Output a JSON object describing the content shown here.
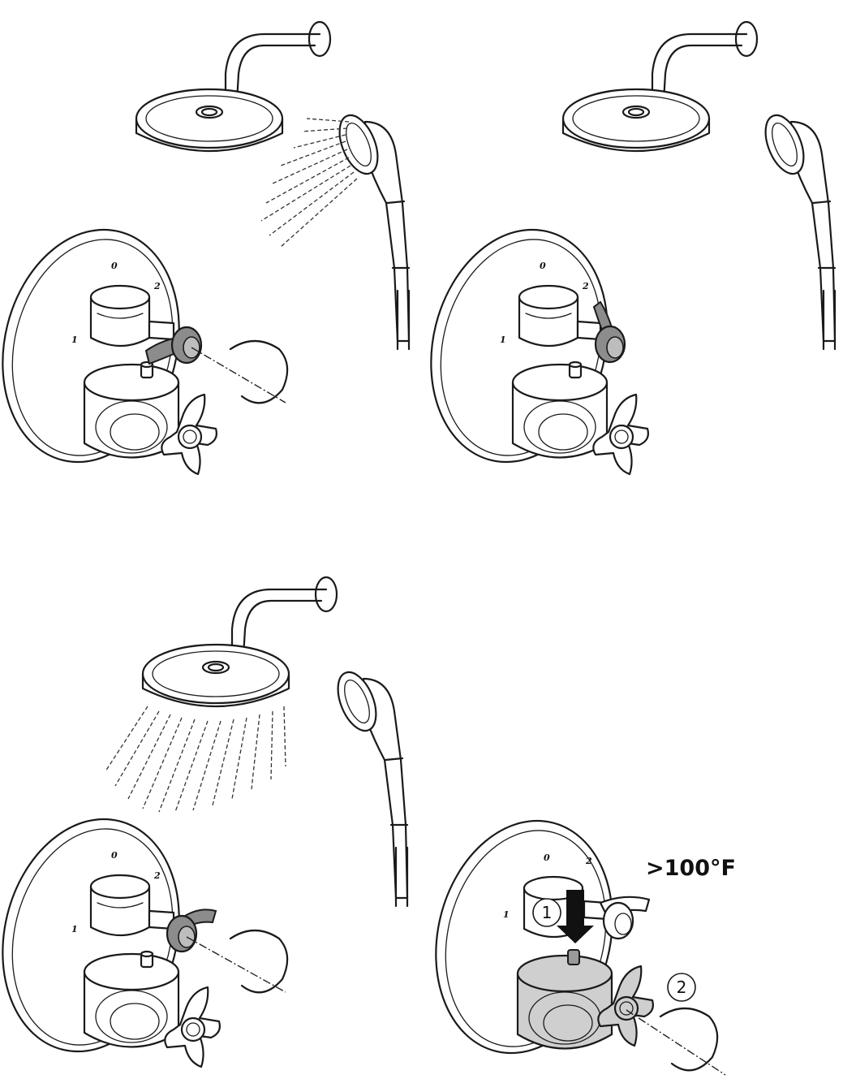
{
  "dial_labels": {
    "pos0": "0",
    "pos1": "1",
    "pos2": "2"
  },
  "temperature_label": ">100°F",
  "step_labels": {
    "step1": "1",
    "step2": "2"
  },
  "colors": {
    "line": "#1a1a1a",
    "selector_fill": "#8c8c8c",
    "thermo_fill": "#cfcfcf",
    "arrow_fill": "#111111"
  }
}
